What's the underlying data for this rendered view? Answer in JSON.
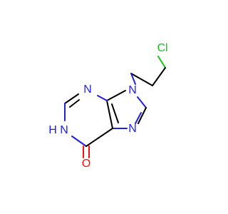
{
  "molecule": {
    "atoms": {
      "cl": "Cl",
      "n9": "N",
      "n3": "N",
      "n1h": "H",
      "n1": "N",
      "n7": "N",
      "o6": "O"
    },
    "colors": {
      "carbon_bond": "#000000",
      "nitrogen": "#1f1fe0",
      "oxygen": "#ff0d0d",
      "chlorine": "#17c217",
      "background": "#ffffff"
    }
  }
}
